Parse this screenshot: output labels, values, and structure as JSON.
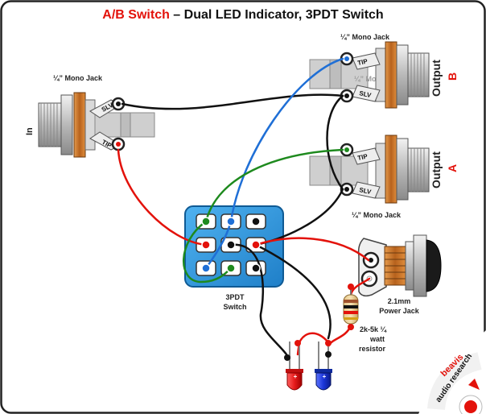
{
  "title": {
    "part1": "A/B Switch",
    "part2": " – Dual LED Indicator, 3PDT Switch"
  },
  "labels": {
    "in_jack": "¼” Mono Jack",
    "in": "In",
    "jack_b": "¼” Mono Jack",
    "jack_a": "¼” Mono Jack",
    "output_b_word": "Output",
    "output_b_letter": "B",
    "output_a_word": "Output",
    "output_a_letter": "A",
    "switch_l1": "3PDT",
    "switch_l2": "Switch",
    "power_l1": "2.1mm",
    "power_l2": "Power Jack",
    "res_l1": "2k-5k ¼",
    "res_l2": "watt",
    "res_l3": "resistor",
    "lug_tip": "TIP",
    "lug_slv": "SLV",
    "led_plus": "+"
  },
  "logo": {
    "top": "beavis",
    "bottom": "audio research"
  },
  "colors": {
    "title_red": "#e3120b",
    "wire_black": "#111111",
    "wire_red": "#e3120b",
    "wire_blue": "#1f6fd6",
    "wire_green": "#1e8a1e",
    "switch_body": "#2f9be0",
    "jack_copper": "#c8772f",
    "led_red": "#e61b1b",
    "led_blue": "#1a35d8"
  }
}
